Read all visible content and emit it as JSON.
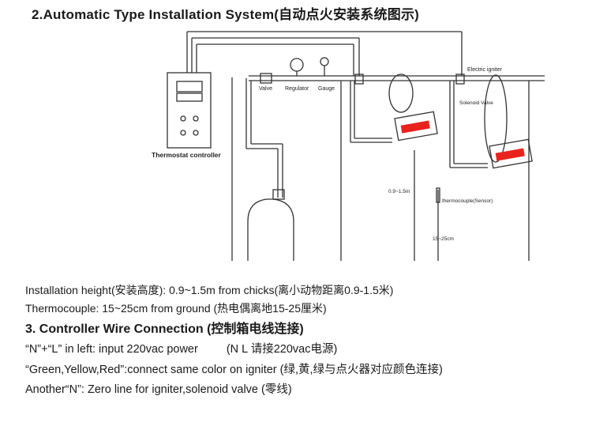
{
  "title": "2.Automatic Type Installation System(自动点火安装系统图示)",
  "diagram": {
    "thermostat_label": "Thermostat controller",
    "valve_label": "Valve",
    "regulator_label": "Regulator",
    "gauge_label": "Gauge",
    "electric_igniter_label": "Electric igniter",
    "solenoid_valve_label": "Solenoid Valve",
    "height_range_label": "0.9~1.5m",
    "thermocouple_label": "thermocouple(Sensor)",
    "ground_range_label": "15~25cm"
  },
  "installation": {
    "height_text": "Installation height(安装高度): 0.9~1.5m from chicks(离小动物距离0.9-1.5米)",
    "thermocouple_text": "Thermocouple: 15~25cm from ground (热电偶离地15-25厘米)"
  },
  "section3": {
    "heading": "3. Controller Wire Connection (控制箱电线连接)",
    "line1_a": "“N”+“L” in left: input 220vac power",
    "line1_b": "(N L 请接220vac电源)",
    "line2": "“Green,Yellow,Red”:connect same color on igniter (绿,黄,绿与点火器对应颜色连接)",
    "line3": "Another“N”: Zero line for igniter,solenoid valve (零线)"
  },
  "colors": {
    "heater_element": "#e8231e",
    "line": "#333333"
  }
}
